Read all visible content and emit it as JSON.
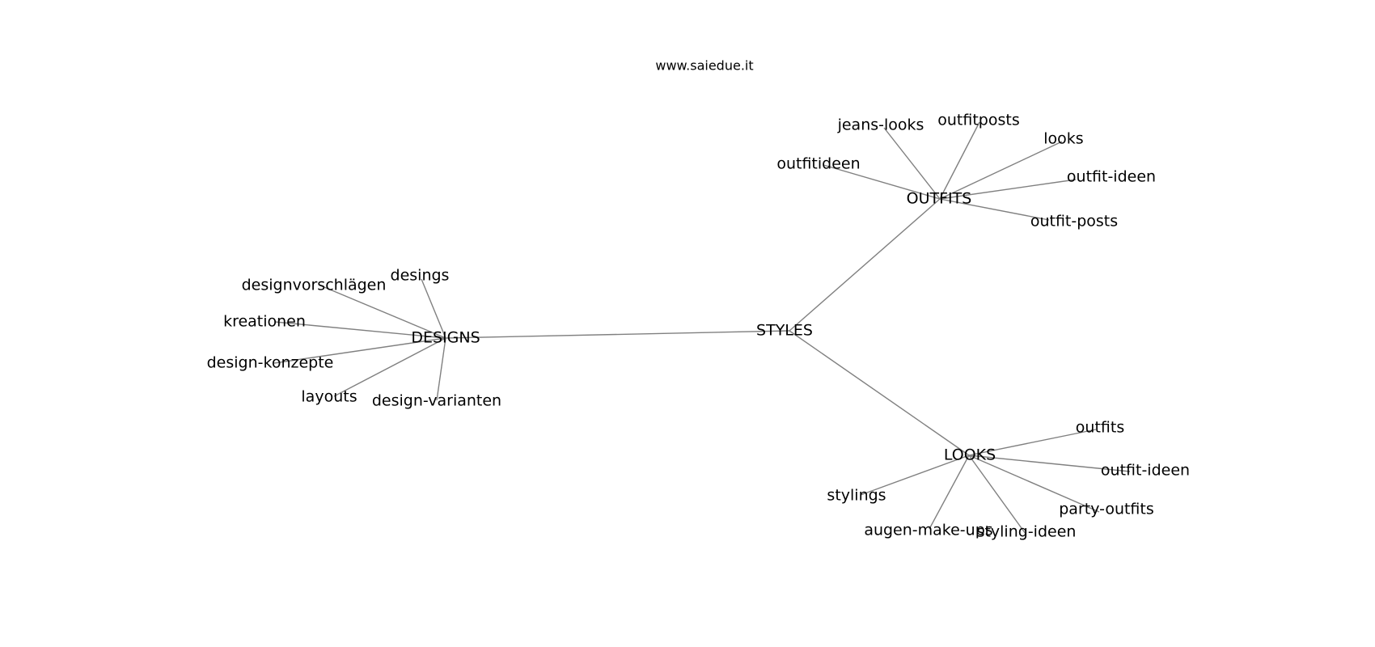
{
  "header": {
    "site": "www.saiedue.it"
  },
  "graph": {
    "root": "STYLES",
    "branches": [
      {
        "hub": "OUTFITS",
        "leaves": [
          "outfitideen",
          "jeans-looks",
          "outfitposts",
          "looks",
          "outfit-ideen",
          "outfit-posts"
        ]
      },
      {
        "hub": "DESIGNS",
        "leaves": [
          "desings",
          "designvorschlägen",
          "kreationen",
          "design-konzepte",
          "layouts",
          "design-varianten"
        ]
      },
      {
        "hub": "LOOKS",
        "leaves": [
          "outfits",
          "outfit-ideen",
          "party-outfits",
          "styling-ideen",
          "augen-make-ups",
          "stylings"
        ]
      }
    ]
  },
  "colors": {
    "edge": "#808080",
    "text": "#000000",
    "background": "#ffffff"
  }
}
